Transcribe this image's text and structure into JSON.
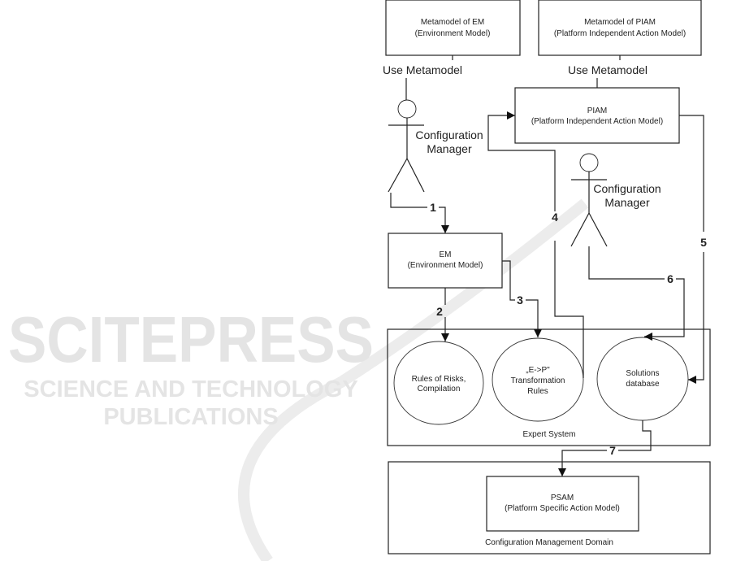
{
  "watermark": {
    "brand": "SCITEPRESS",
    "tagline": "SCIENCE AND TECHNOLOGY PUBLICATIONS"
  },
  "boxes": {
    "metamodel_em": {
      "title": "Metamodel of EM",
      "subtitle": "(Environment Model)"
    },
    "metamodel_piam": {
      "title": "Metamodel of PIAM",
      "subtitle": "(Platform Independent Action Model)"
    },
    "piam": {
      "title": "PIAM",
      "subtitle": "(Platform Independent Action Model)"
    },
    "em": {
      "title": "EM",
      "subtitle": "(Environment Model)"
    },
    "psam": {
      "title": "PSAM",
      "subtitle": "(Platform Specific Action Model)"
    }
  },
  "labels": {
    "use_metamodel_left": "Use Metamodel",
    "use_metamodel_right": "Use Metamodel"
  },
  "actors": [
    {
      "line1": "Configuration",
      "line2": "Manager"
    },
    {
      "line1": "Configuration",
      "line2": "Manager"
    }
  ],
  "containers": {
    "expert_system": "Expert System",
    "cm_domain": "Configuration Management Domain"
  },
  "processes": [
    {
      "line1": "Rules of Risks,",
      "line2": "Compilation"
    },
    {
      "line1": "„E->P\"",
      "line2": "Transformation",
      "line3": "Rules"
    },
    {
      "line1": "Solutions",
      "line2": "database"
    }
  ],
  "steps": [
    "1",
    "2",
    "3",
    "4",
    "5",
    "6",
    "7"
  ]
}
